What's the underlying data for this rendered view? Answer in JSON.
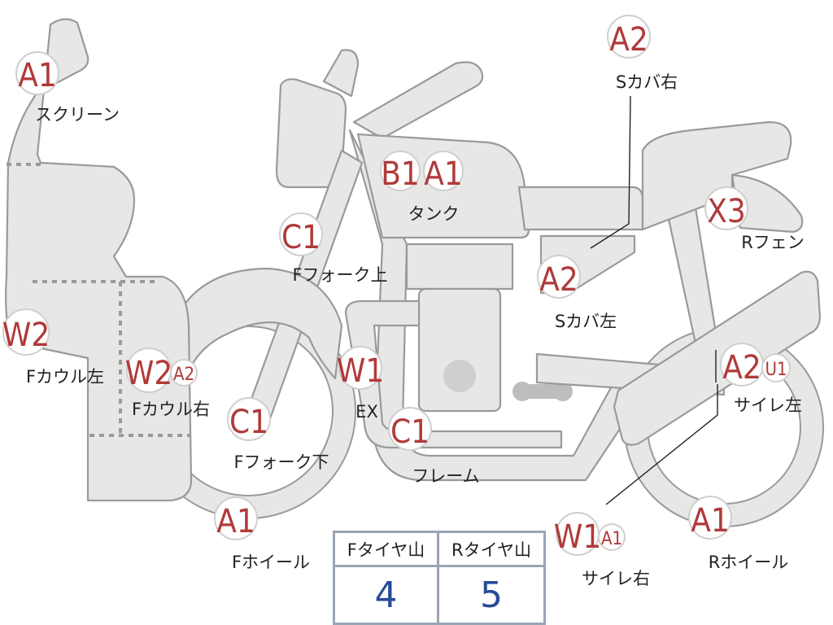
{
  "parts": {
    "screen": {
      "code": "A1",
      "label": "スクリーン"
    },
    "cowl_left": {
      "code": "W2",
      "label": "Fカウル左"
    },
    "cowl_right": {
      "code": "W2",
      "sub": "A2",
      "label": "Fカウル右"
    },
    "fork_upper": {
      "code": "C1",
      "label": "Fフォーク上"
    },
    "fork_lower": {
      "code": "C1",
      "label": "Fフォーク下"
    },
    "front_wheel": {
      "code": "A1",
      "label": "Fホイール"
    },
    "tank": {
      "code1": "B1",
      "code2": "A1",
      "label": "タンク"
    },
    "exhaust": {
      "code": "W1",
      "label": "EX"
    },
    "frame": {
      "code": "C1",
      "label": "フレーム"
    },
    "scover_left": {
      "code": "A2",
      "label": "Sカバ左"
    },
    "scover_right": {
      "code": "A2",
      "label": "Sカバ右"
    },
    "rear_fender": {
      "code": "X3",
      "label": "Rフェン"
    },
    "muffler_left": {
      "code": "A2",
      "sub": "U1",
      "label": "サイレ左"
    },
    "muffler_right": {
      "code": "W1",
      "sub": "A1",
      "label": "サイレ右"
    },
    "rear_wheel": {
      "code": "A1",
      "label": "Rホイール"
    }
  },
  "tire_table": {
    "front_header": "Fタイヤ山",
    "rear_header": "Rタイヤ山",
    "front_value": "4",
    "rear_value": "5"
  },
  "colors": {
    "code": "#b03a3a",
    "table_border": "#9aa5b5",
    "table_value": "#2a4a9a"
  }
}
